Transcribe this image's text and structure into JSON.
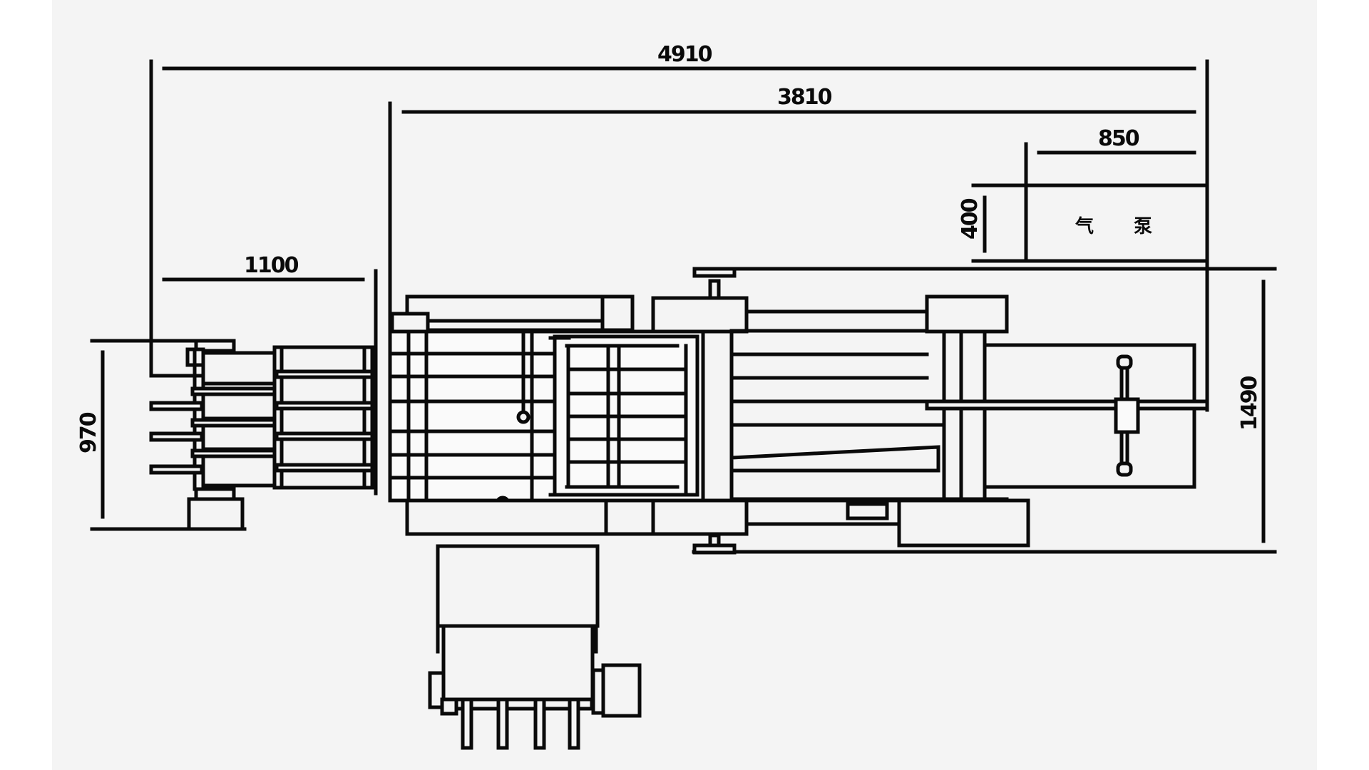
{
  "drawing": {
    "type": "engineering plan view",
    "subject": "baler machine layout with air pump and hydraulic unit",
    "colors": {
      "background": "#f4f4f4",
      "margin": "#ffffff",
      "ink": "#0a0a0a"
    },
    "dimensions": {
      "overall_length": "4910",
      "main_body_length": "3810",
      "air_pump_width": "850",
      "air_pump_depth": "400",
      "feed_section_length": "1100",
      "feed_section_width": "970",
      "main_body_width": "1490"
    },
    "labels": {
      "air_pump_char_1": "气",
      "air_pump_char_2": "泵"
    },
    "components": [
      "feed-section",
      "main-body",
      "compression-chamber-door",
      "press-column",
      "guide-rails",
      "hydraulic-cylinder",
      "handwheel",
      "air-pump",
      "hydraulic-power-unit",
      "leveling-feet"
    ]
  }
}
